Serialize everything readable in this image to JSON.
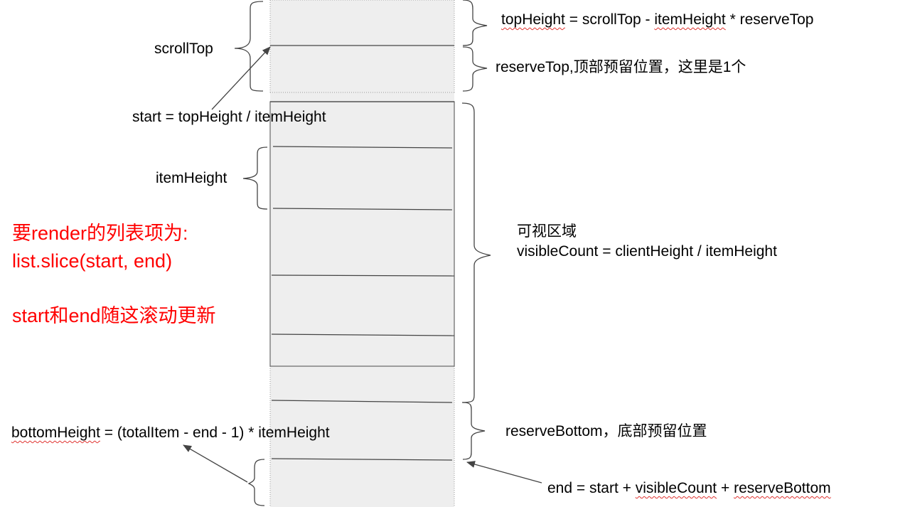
{
  "colors": {
    "list_fill": "#eeeeee",
    "line": "#444444",
    "outside_border": "#9a9a9a",
    "highlight_text": "#ff0000",
    "spellcheck": "#e0322f"
  },
  "labels": {
    "scroll_top": "scrollTop",
    "start_formula": "start = topHeight / itemHeight",
    "item_height": "itemHeight",
    "top_height_formula": {
      "name": "topHeight",
      "rest": " = scrollTop - ",
      "term": "itemHeight",
      "tail": " * reserveTop"
    },
    "reserve_top": "reserveTop,顶部预留位置，这里是1个",
    "visible_area_title": "可视区域",
    "visible_count_formula": "visibleCount = clientHeight / itemHeight",
    "reserve_bottom": "reserveBottom，底部预留位置",
    "bottom_height_formula": {
      "name": "bottomHeight",
      "rest": " = (totalItem - end - 1) * itemHeight"
    },
    "end_formula": {
      "lead": "end = start + ",
      "term1": "visibleCount",
      "mid": " + ",
      "term2": "reserveBottom"
    }
  },
  "notes": {
    "render_line1": "要render的列表项为:",
    "render_line2": "list.slice(start, end)",
    "update_line": "start和end随这滚动更新"
  }
}
